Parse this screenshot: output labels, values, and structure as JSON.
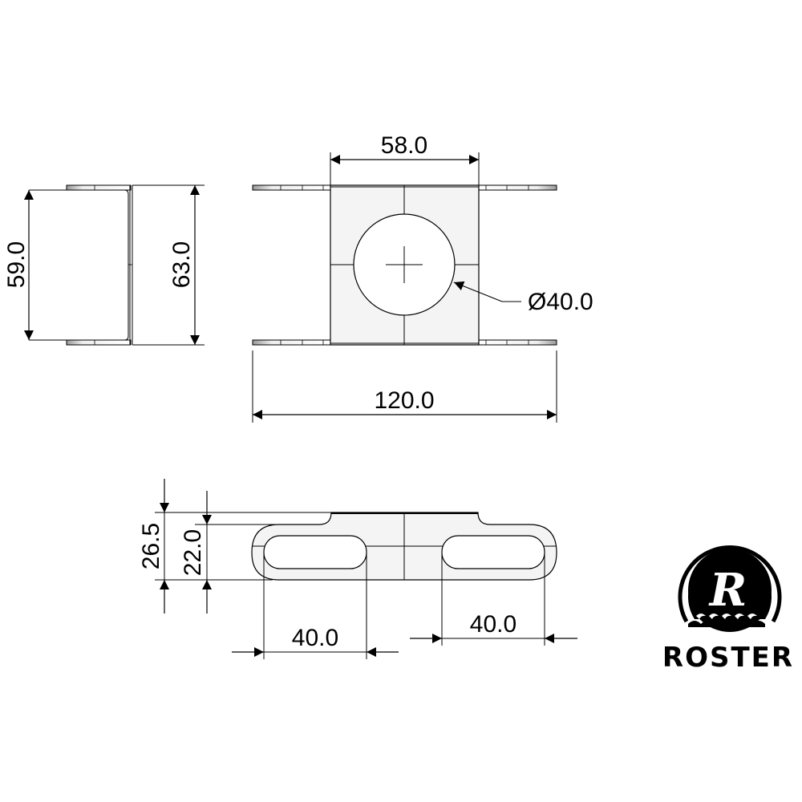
{
  "drawing": {
    "side_view": {
      "dim_inner_height": "59.0",
      "dim_outer_height": "63.0"
    },
    "front_view": {
      "dim_body_width": "58.0",
      "dim_hole_diameter": "Ø40.0",
      "dim_total_width": "120.0"
    },
    "top_view": {
      "dim_total_height": "26.5",
      "dim_tab_height": "22.0",
      "dim_slot_left": "40.0",
      "dim_slot_right": "40.0"
    }
  },
  "logo": {
    "letter": "R",
    "brand": "ROSTER"
  },
  "colors": {
    "line": "#000000",
    "fill_part": "#f4f4f4",
    "background": "#ffffff"
  }
}
